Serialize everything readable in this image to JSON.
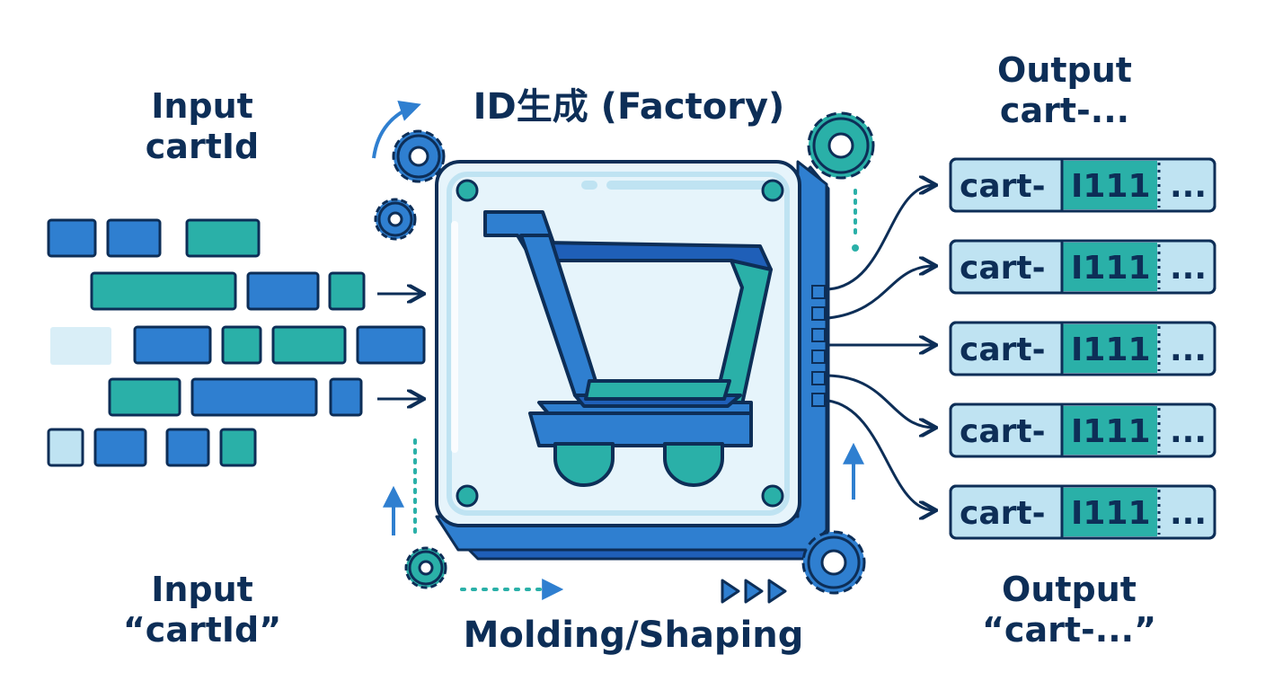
{
  "labels": {
    "input_top": [
      "Input",
      "cartId"
    ],
    "factory_title": "ID生成 (Factory)",
    "output_top": [
      "Output",
      "cart-..."
    ],
    "input_bottom": [
      "Input",
      "“cartId”"
    ],
    "process_bottom": "Molding/Shaping",
    "output_bottom": [
      "Output",
      "“cart-...”"
    ]
  },
  "output_ids": [
    {
      "prefix": "cart-",
      "middle": "I111",
      "suffix": "..."
    },
    {
      "prefix": "cart-",
      "middle": "I111",
      "suffix": "..."
    },
    {
      "prefix": "cart-",
      "middle": "I111",
      "suffix": "..."
    },
    {
      "prefix": "cart-",
      "middle": "I111",
      "suffix": "..."
    },
    {
      "prefix": "cart-",
      "middle": "I111",
      "suffix": "..."
    }
  ],
  "icons": [
    "gear-icon",
    "shopping-cart-icon",
    "arrow-icon",
    "chevron-icon"
  ],
  "colors": {
    "navy": "#0d2e57",
    "blue": "#2f7fd0",
    "teal": "#2ab0a8",
    "light_blue": "#bfe3f2",
    "dark_blue": "#1f5fb8"
  }
}
